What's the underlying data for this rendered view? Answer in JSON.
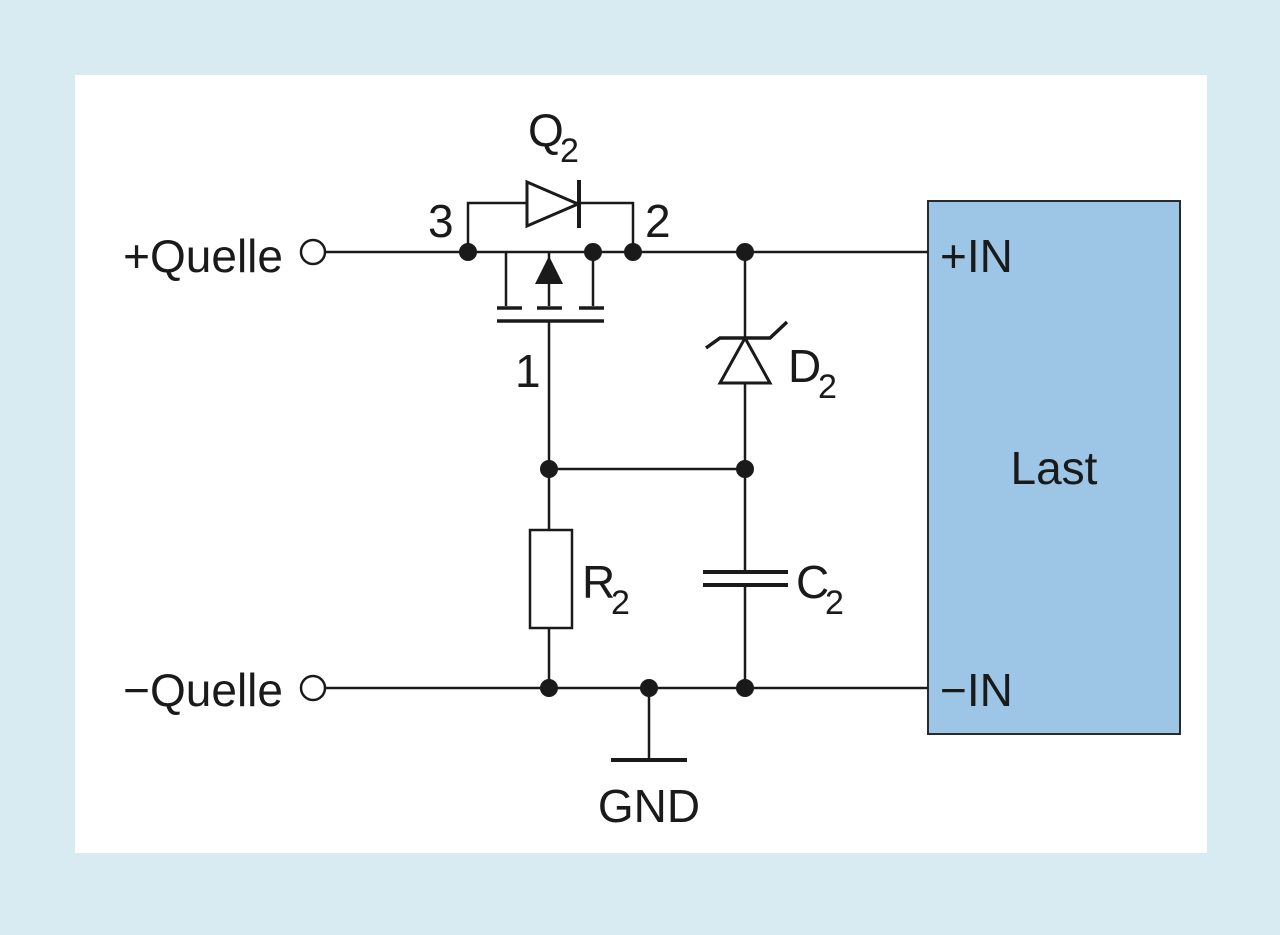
{
  "labels": {
    "source_plus": "+Quelle",
    "source_minus": "−Quelle",
    "ground": "GND",
    "load_plus_in": "+IN",
    "load_minus_in": "−IN",
    "load": "Last"
  },
  "components": {
    "q2": {
      "letter": "Q",
      "index": "2"
    },
    "d2": {
      "letter": "D",
      "index": "2"
    },
    "r2": {
      "letter": "R",
      "index": "2"
    },
    "c2": {
      "letter": "C",
      "index": "2"
    }
  },
  "pins": {
    "pin_1": "1",
    "pin_2": "2",
    "pin_3": "3"
  },
  "colors": {
    "background": "#d8ebf3",
    "panel": "#ffffff",
    "load_fill": "#9dc6e6",
    "ink": "#1a1a1a"
  }
}
